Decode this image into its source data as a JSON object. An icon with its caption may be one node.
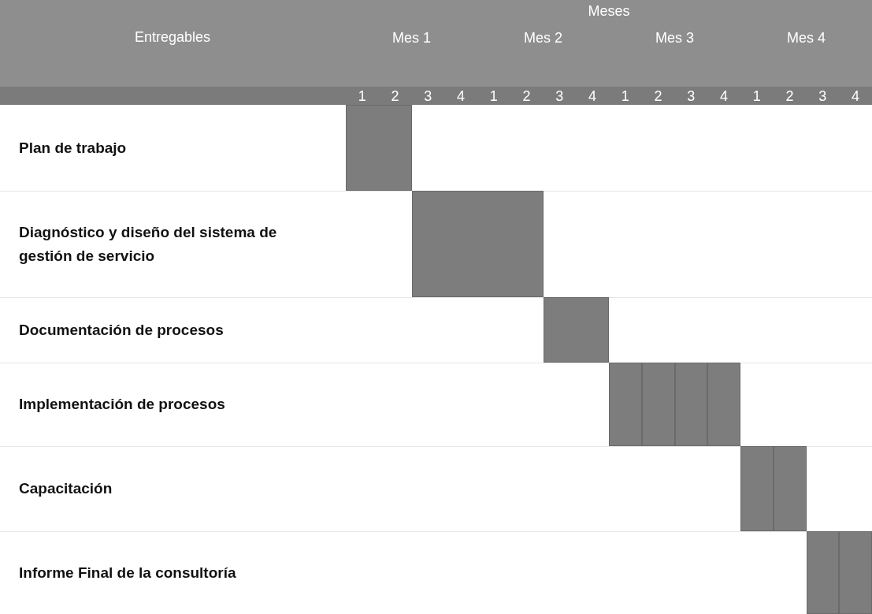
{
  "diagram": {
    "nodes": [
      {
        "text": [],
        "shape": "bar"
      },
      {
        "text": [],
        "shape": "bar"
      },
      {
        "text": [],
        "shape": "bar"
      },
      {
        "text": [],
        "shape": "bar"
      },
      {
        "text": [],
        "shape": "bar"
      },
      {
        "text": [],
        "shape": "bar"
      },
      {
        "text": [],
        "shape": "bar"
      },
      {
        "text": [],
        "shape": "bar"
      },
      {
        "text": [],
        "shape": "bar"
      },
      {
        "text": [],
        "shape": "bar"
      },
      {
        "text": [],
        "shape": "bar"
      }
    ],
    "labels": [
      "Meses",
      "Entregables",
      "Mes 1",
      "Mes 2",
      "Mes 3",
      "Mes 4",
      "1",
      "2",
      "3",
      "4",
      "1",
      "2",
      "3",
      "4",
      "1",
      "2",
      "3",
      "4",
      "1",
      "2",
      "3",
      "4",
      "Plan de trabajo",
      "Diagnóstico y diseño del sistema de gestión de servicio",
      "Documentación de procesos",
      "Implementación de procesos",
      "Capacitación",
      "Informe Final de la consultoría"
    ]
  }
}
